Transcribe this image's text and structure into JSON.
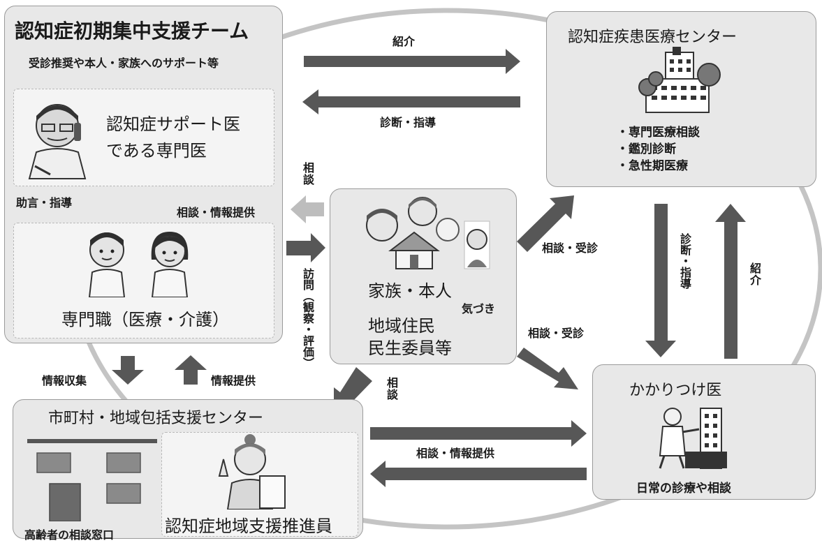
{
  "team": {
    "title": "認知症初期集中支援チーム",
    "subtitle": "受診推奨や本人・家族へのサポート等",
    "doctor_line1": "認知症サポート医",
    "doctor_line2": "である専門医",
    "advice": "助言・指導",
    "consult_info": "相談・情報提供",
    "staff": "専門職（医療・介護）"
  },
  "center": {
    "title": "認知症疾患医療センター",
    "services": [
      "・専門医療相談",
      "・鑑別診断",
      "・急性期医療"
    ]
  },
  "family": {
    "family_label": "家族・本人",
    "residents_line1": "地域住民",
    "residents_line2": "民生委員等",
    "notice": "気づき"
  },
  "municipal": {
    "title": "市町村・地域包括支援センター",
    "elderly_window": "高齢者の相談窓口",
    "promoter": "認知症地域支援推進員"
  },
  "gp": {
    "title": "かかりつけ医",
    "caption": "日常の診療や相談"
  },
  "arrows": {
    "referral_top": "紹介",
    "diagnosis_guidance_top": "診断・指導",
    "consult_vertical_left": "相談",
    "visit_vertical": "訪問（観察・評価）",
    "consult_visit_right_top": "相談・受診",
    "consult_visit_right_bottom": "相談・受診",
    "diagnosis_guidance_right": "診断・指導",
    "referral_right": "紹介",
    "info_collect": "情報収集",
    "info_provide": "情報提供",
    "consult_vertical_bottom": "相談",
    "consult_info_bottom": "相談・情報提供"
  }
}
